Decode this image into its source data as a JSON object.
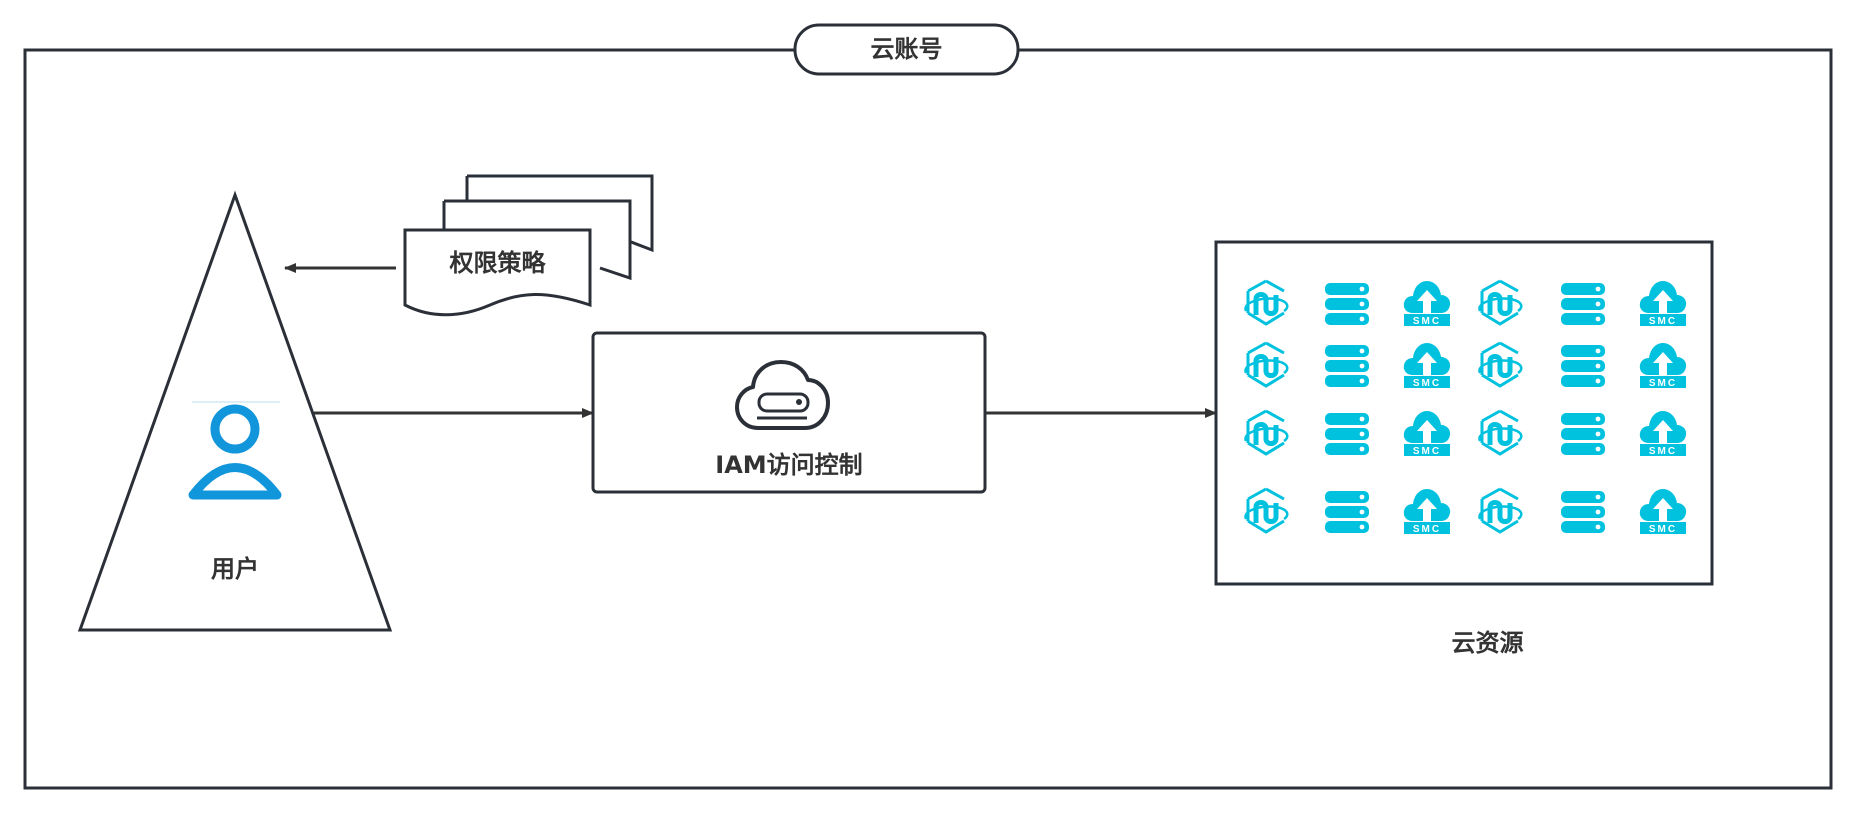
{
  "diagram": {
    "title": "云账号",
    "nodes": {
      "user": {
        "label": "用户",
        "icon": "user-icon"
      },
      "policy": {
        "label": "权限策略",
        "icon": "document-stack-icon"
      },
      "iam": {
        "label": "IAM访问控制",
        "icon": "cloud-server-icon"
      },
      "resources": {
        "label": "云资源"
      }
    },
    "edges": [
      {
        "from": "policy",
        "to": "user"
      },
      {
        "from": "user",
        "to": "iam"
      },
      {
        "from": "iam",
        "to": "resources"
      }
    ],
    "resource_grid": {
      "rows": 4,
      "columns": [
        "network-link-icon",
        "server-rack-icon",
        "smc-cloud-upload-icon",
        "network-link-icon",
        "server-rack-icon",
        "smc-cloud-upload-icon"
      ],
      "smc_badge_text": "SMC"
    },
    "colors": {
      "stroke": "#2b3038",
      "text": "#333333",
      "user_icon": "#1296db",
      "resource_icon": "#00c1de"
    }
  }
}
